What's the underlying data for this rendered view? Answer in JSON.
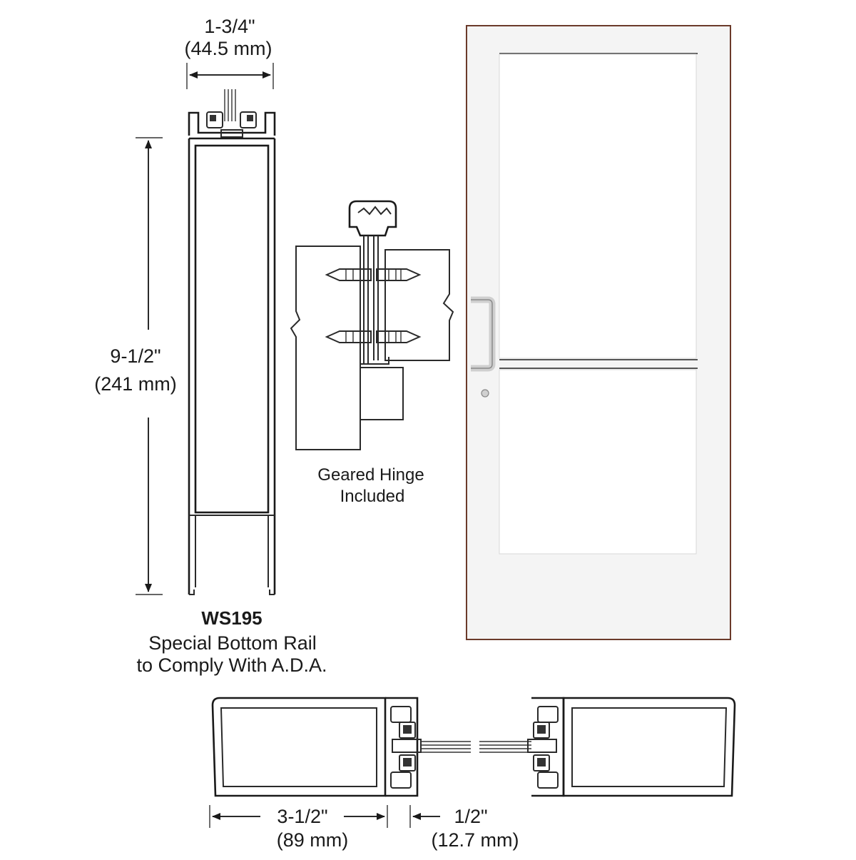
{
  "dimensions": {
    "top_width": {
      "imperial": "1-3/4\"",
      "metric": "(44.5 mm)"
    },
    "rail_height": {
      "imperial": "9-1/2\"",
      "metric": "(241 mm)"
    },
    "stile_width": {
      "imperial": "3-1/2\"",
      "metric": "(89 mm)"
    },
    "gap": {
      "imperial": "1/2\"",
      "metric": "(12.7 mm)"
    }
  },
  "rail": {
    "model": "WS195",
    "caption_line1": "Special Bottom Rail",
    "caption_line2": "to Comply With A.D.A."
  },
  "hinge": {
    "caption_line1": "Geared Hinge",
    "caption_line2": "Included"
  },
  "colors": {
    "line": "#2a2a2a",
    "door_fill": "#f4f4f4",
    "door_edge": "#6b3a2a"
  }
}
